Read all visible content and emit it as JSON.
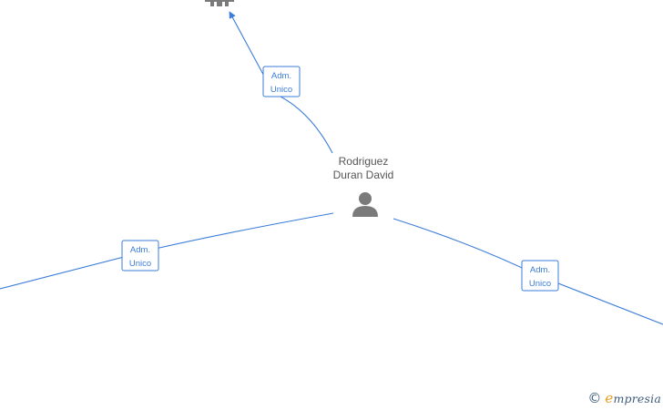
{
  "colors": {
    "edge": "#3b7dd8",
    "box_border": "#3b7dd8",
    "box_text": "#3b7dd8",
    "node_icon": "#7a7a7a",
    "node_label": "#555555",
    "watermark_e": "#f09a1a",
    "watermark_text": "#3d5a7a"
  },
  "center_node": {
    "name_line1": "Rodriguez",
    "name_line2": "Duran David",
    "icon": "person-icon"
  },
  "company_node": {
    "icon": "company-building-icon"
  },
  "edges": [
    {
      "id": "top",
      "role_line1": "Adm.",
      "role_line2": "Unico"
    },
    {
      "id": "left",
      "role_line1": "Adm.",
      "role_line2": "Unico"
    },
    {
      "id": "right",
      "role_line1": "Adm.",
      "role_line2": "Unico"
    }
  ],
  "watermark": {
    "symbol": "©",
    "brand_initial": "e",
    "brand_rest": "mpresia"
  }
}
